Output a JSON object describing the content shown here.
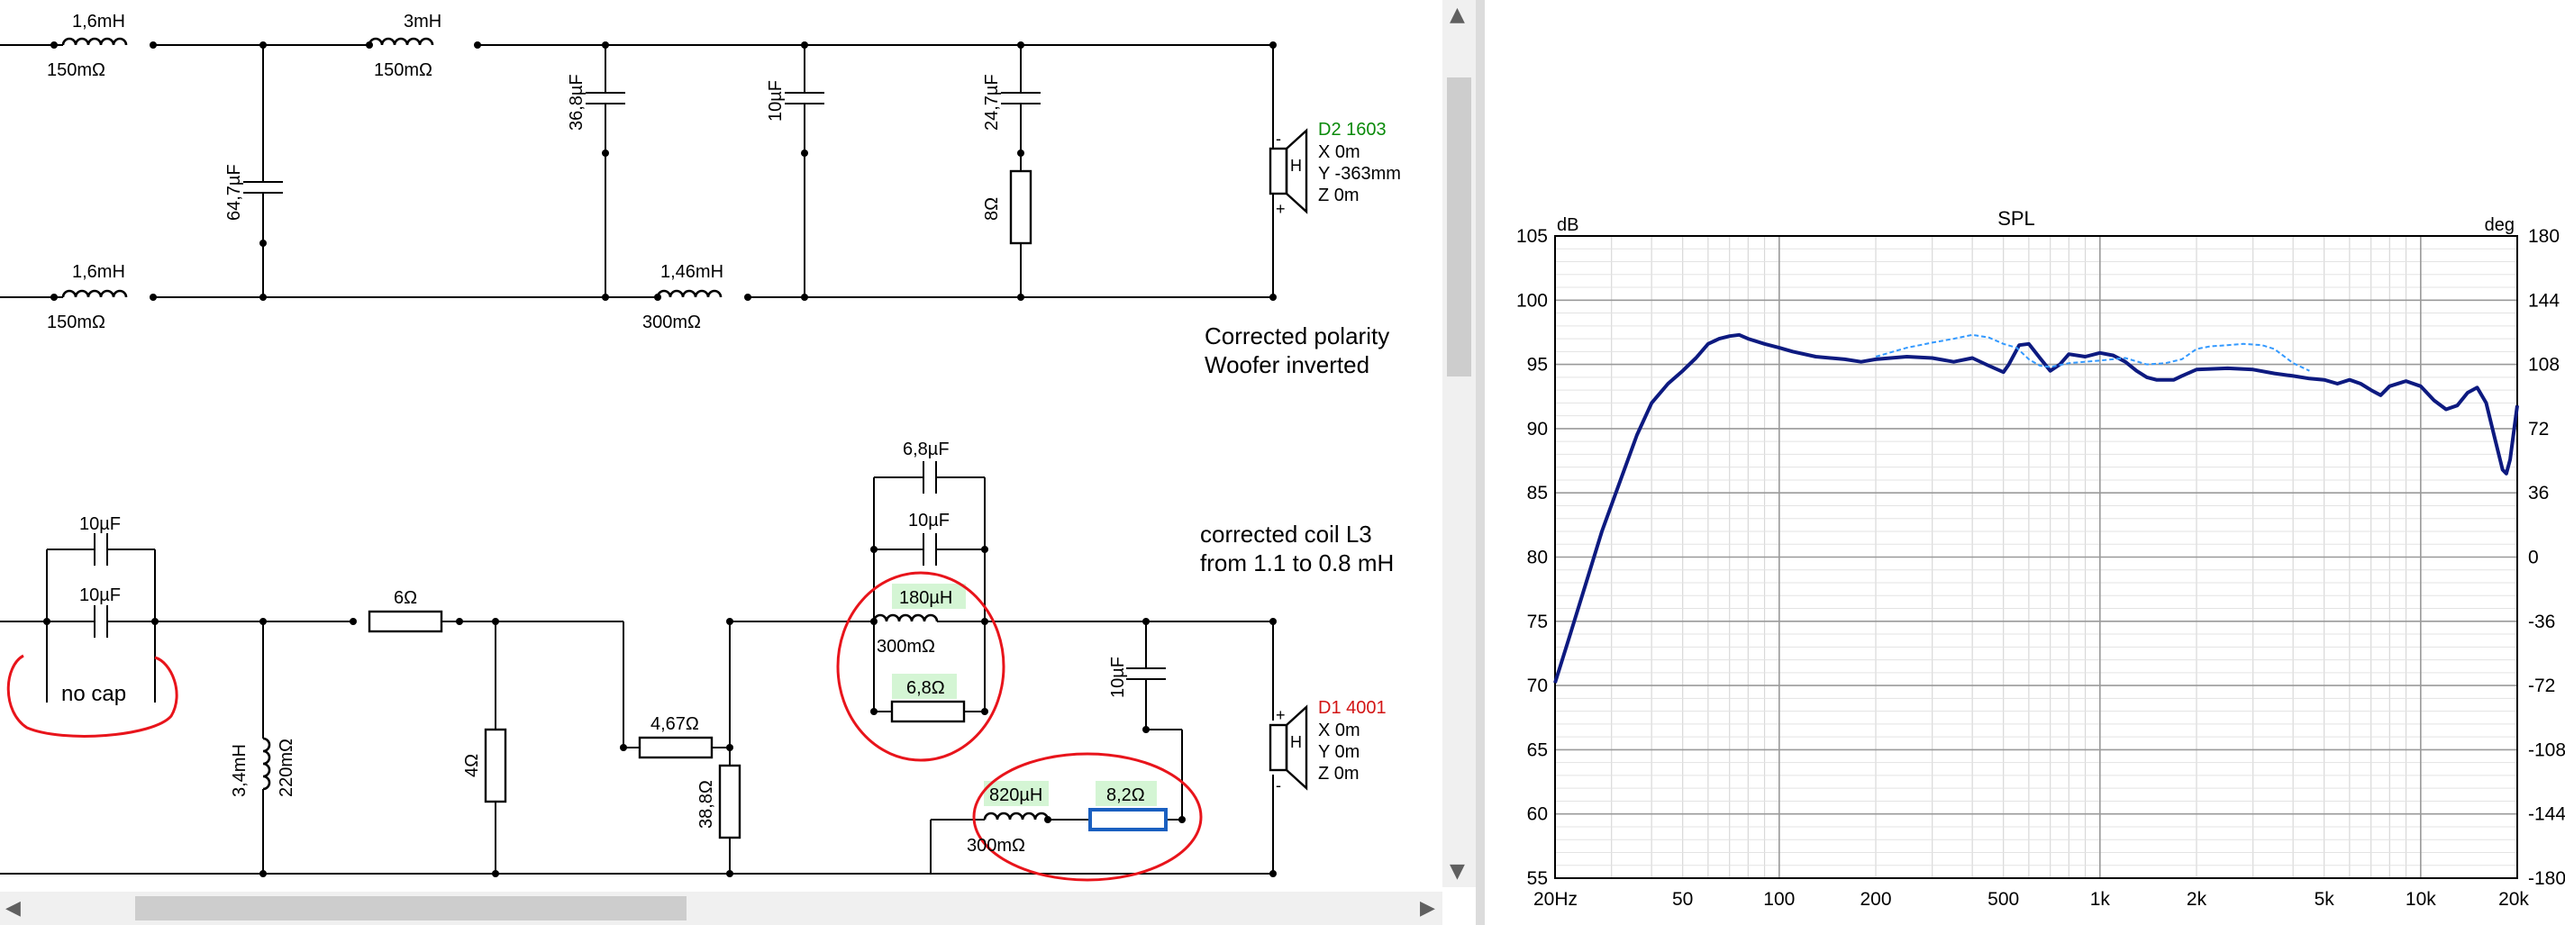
{
  "schematic": {
    "upper": {
      "l1_value": "1,6mH",
      "l1_res": "150mΩ",
      "l2_value": "3mH",
      "l2_res": "150mΩ",
      "l3_value": "1,6mH",
      "l3_res": "150mΩ",
      "c1_value": "64,7µF",
      "c2_value": "36,8µF",
      "l4_value": "1,46mH",
      "l4_res": "300mΩ",
      "c3_value": "10µF",
      "c4_value": "24,7µF",
      "r1_value": "8Ω",
      "driver_name": "D2 1603",
      "driver_x": "X 0m",
      "driver_y": "Y -363mm",
      "driver_z": "Z 0m",
      "note_line1": "Corrected polarity",
      "note_line2": "Woofer inverted"
    },
    "lower": {
      "c5_value": "10µF",
      "c6_value": "10µF",
      "no_cap_note": "no cap",
      "l5_value": "3,4mH",
      "l5_res": "220mΩ",
      "r2_value": "6Ω",
      "r3_value": "4Ω",
      "r4_value": "4,67Ω",
      "r5_value": "38,8Ω",
      "c7_value": "6,8µF",
      "c8_value": "10µF",
      "l6_value": "180µH",
      "l6_res": "300mΩ",
      "r6_value": "6,8Ω",
      "c9_value": "10µF",
      "l7_value": "820µH",
      "l7_res": "300mΩ",
      "r7_value": "8,2Ω",
      "driver_name": "D1 4001",
      "driver_x": "X 0m",
      "driver_y": "Y 0m",
      "driver_z": "Z 0m",
      "note_line1": "corrected coil L3",
      "note_line2": "from 1.1 to 0.8 mH"
    },
    "plus_sign": "+",
    "minus_sign": "-",
    "driver_h": "H"
  },
  "scrollbars": {
    "up_arrow": "▲",
    "down_arrow": "▼",
    "left_arrow": "◀",
    "right_arrow": "▶"
  },
  "chart_data": {
    "type": "line",
    "title": "SPL",
    "ylabel_left": "dB",
    "ylabel_right": "deg",
    "x_scale": "log",
    "xlim": [
      20,
      20000
    ],
    "ylim": [
      55,
      105
    ],
    "y2lim": [
      -180,
      180
    ],
    "grid": true,
    "x_ticks": [
      {
        "v": 20,
        "label": "20Hz"
      },
      {
        "v": 50,
        "label": "50"
      },
      {
        "v": 100,
        "label": "100"
      },
      {
        "v": 200,
        "label": "200"
      },
      {
        "v": 500,
        "label": "500"
      },
      {
        "v": 1000,
        "label": "1k"
      },
      {
        "v": 2000,
        "label": "2k"
      },
      {
        "v": 5000,
        "label": "5k"
      },
      {
        "v": 10000,
        "label": "10k"
      },
      {
        "v": 20000,
        "label": "20k"
      }
    ],
    "y_ticks": [
      105,
      100,
      95,
      90,
      85,
      80,
      75,
      70,
      65,
      60,
      55
    ],
    "y2_ticks": [
      180,
      144,
      108,
      72,
      36,
      0,
      -36,
      -72,
      -108,
      -144,
      -180
    ],
    "series": [
      {
        "color": "#0d1a80",
        "style": "solid",
        "points": [
          [
            20,
            70.2
          ],
          [
            22,
            73.5
          ],
          [
            25,
            78
          ],
          [
            28,
            82
          ],
          [
            32,
            86
          ],
          [
            36,
            89.5
          ],
          [
            40,
            92
          ],
          [
            45,
            93.5
          ],
          [
            50,
            94.5
          ],
          [
            55,
            95.5
          ],
          [
            60,
            96.6
          ],
          [
            65,
            97
          ],
          [
            70,
            97.2
          ],
          [
            75,
            97.3
          ],
          [
            80,
            97
          ],
          [
            90,
            96.6
          ],
          [
            100,
            96.3
          ],
          [
            110,
            96
          ],
          [
            130,
            95.6
          ],
          [
            160,
            95.4
          ],
          [
            180,
            95.2
          ],
          [
            200,
            95.4
          ],
          [
            250,
            95.6
          ],
          [
            300,
            95.5
          ],
          [
            350,
            95.2
          ],
          [
            400,
            95.5
          ],
          [
            450,
            94.9
          ],
          [
            500,
            94.4
          ],
          [
            520,
            95
          ],
          [
            560,
            96.5
          ],
          [
            600,
            96.6
          ],
          [
            650,
            95.5
          ],
          [
            700,
            94.5
          ],
          [
            750,
            95
          ],
          [
            800,
            95.8
          ],
          [
            900,
            95.6
          ],
          [
            1000,
            95.9
          ],
          [
            1100,
            95.7
          ],
          [
            1200,
            95.2
          ],
          [
            1300,
            94.5
          ],
          [
            1400,
            94
          ],
          [
            1500,
            93.8
          ],
          [
            1700,
            93.8
          ],
          [
            1800,
            94.1
          ],
          [
            2000,
            94.6
          ],
          [
            2500,
            94.7
          ],
          [
            3000,
            94.6
          ],
          [
            3500,
            94.3
          ],
          [
            4000,
            94.1
          ],
          [
            4500,
            93.9
          ],
          [
            5000,
            93.8
          ],
          [
            5500,
            93.5
          ],
          [
            6000,
            93.8
          ],
          [
            6500,
            93.5
          ],
          [
            7000,
            93
          ],
          [
            7500,
            92.6
          ],
          [
            8000,
            93.3
          ],
          [
            9000,
            93.7
          ],
          [
            10000,
            93.3
          ],
          [
            11000,
            92.2
          ],
          [
            12000,
            91.5
          ],
          [
            13000,
            91.8
          ],
          [
            14000,
            92.8
          ],
          [
            15000,
            93.2
          ],
          [
            16000,
            92
          ],
          [
            17000,
            89.3
          ],
          [
            18000,
            86.8
          ],
          [
            18500,
            86.5
          ],
          [
            19000,
            87.6
          ],
          [
            20000,
            91.8
          ]
        ]
      },
      {
        "color": "#3399ff",
        "style": "dashed",
        "points": [
          [
            200,
            95.6
          ],
          [
            250,
            96.3
          ],
          [
            300,
            96.7
          ],
          [
            350,
            97
          ],
          [
            400,
            97.3
          ],
          [
            450,
            97.1
          ],
          [
            500,
            96.6
          ],
          [
            550,
            96.3
          ],
          [
            600,
            95.4
          ],
          [
            650,
            94.9
          ],
          [
            700,
            94.8
          ],
          [
            800,
            95.1
          ],
          [
            1000,
            95.3
          ],
          [
            1200,
            95.5
          ],
          [
            1400,
            95
          ],
          [
            1600,
            95.1
          ],
          [
            1800,
            95.4
          ],
          [
            2000,
            96.2
          ],
          [
            2200,
            96.4
          ],
          [
            2500,
            96.5
          ],
          [
            2800,
            96.6
          ],
          [
            3200,
            96.5
          ],
          [
            3500,
            96.2
          ],
          [
            4000,
            95.1
          ],
          [
            4500,
            94.5
          ]
        ]
      }
    ]
  }
}
